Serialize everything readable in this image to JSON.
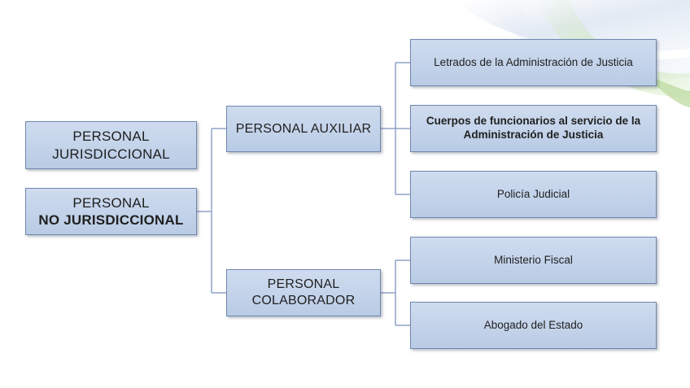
{
  "root_nodes": [
    {
      "line1": "PERSONAL",
      "line2": "JURISDICCIONAL"
    },
    {
      "line1": "PERSONAL",
      "line2": "NO JURISDICCIONAL"
    }
  ],
  "branches": {
    "auxiliar": {
      "label": "PERSONAL AUXILIAR"
    },
    "colaborador": {
      "line1": "PERSONAL",
      "line2": "COLABORADOR"
    }
  },
  "leaves": {
    "letrados": "Letrados de la Administración de Justicia",
    "cuerpos_line1": "Cuerpos de funcionarios al servicio de la",
    "cuerpos_line2": "Administración de Justicia",
    "policia": "Policía Judicial",
    "ministerio": "Ministerio Fiscal",
    "abogado": "Abogado del Estado"
  },
  "colors": {
    "box_fill_top": "#cfdcef",
    "box_fill_bottom": "#b9cbe5",
    "box_border": "#6f87ad",
    "connector": "#8fa3c7"
  }
}
